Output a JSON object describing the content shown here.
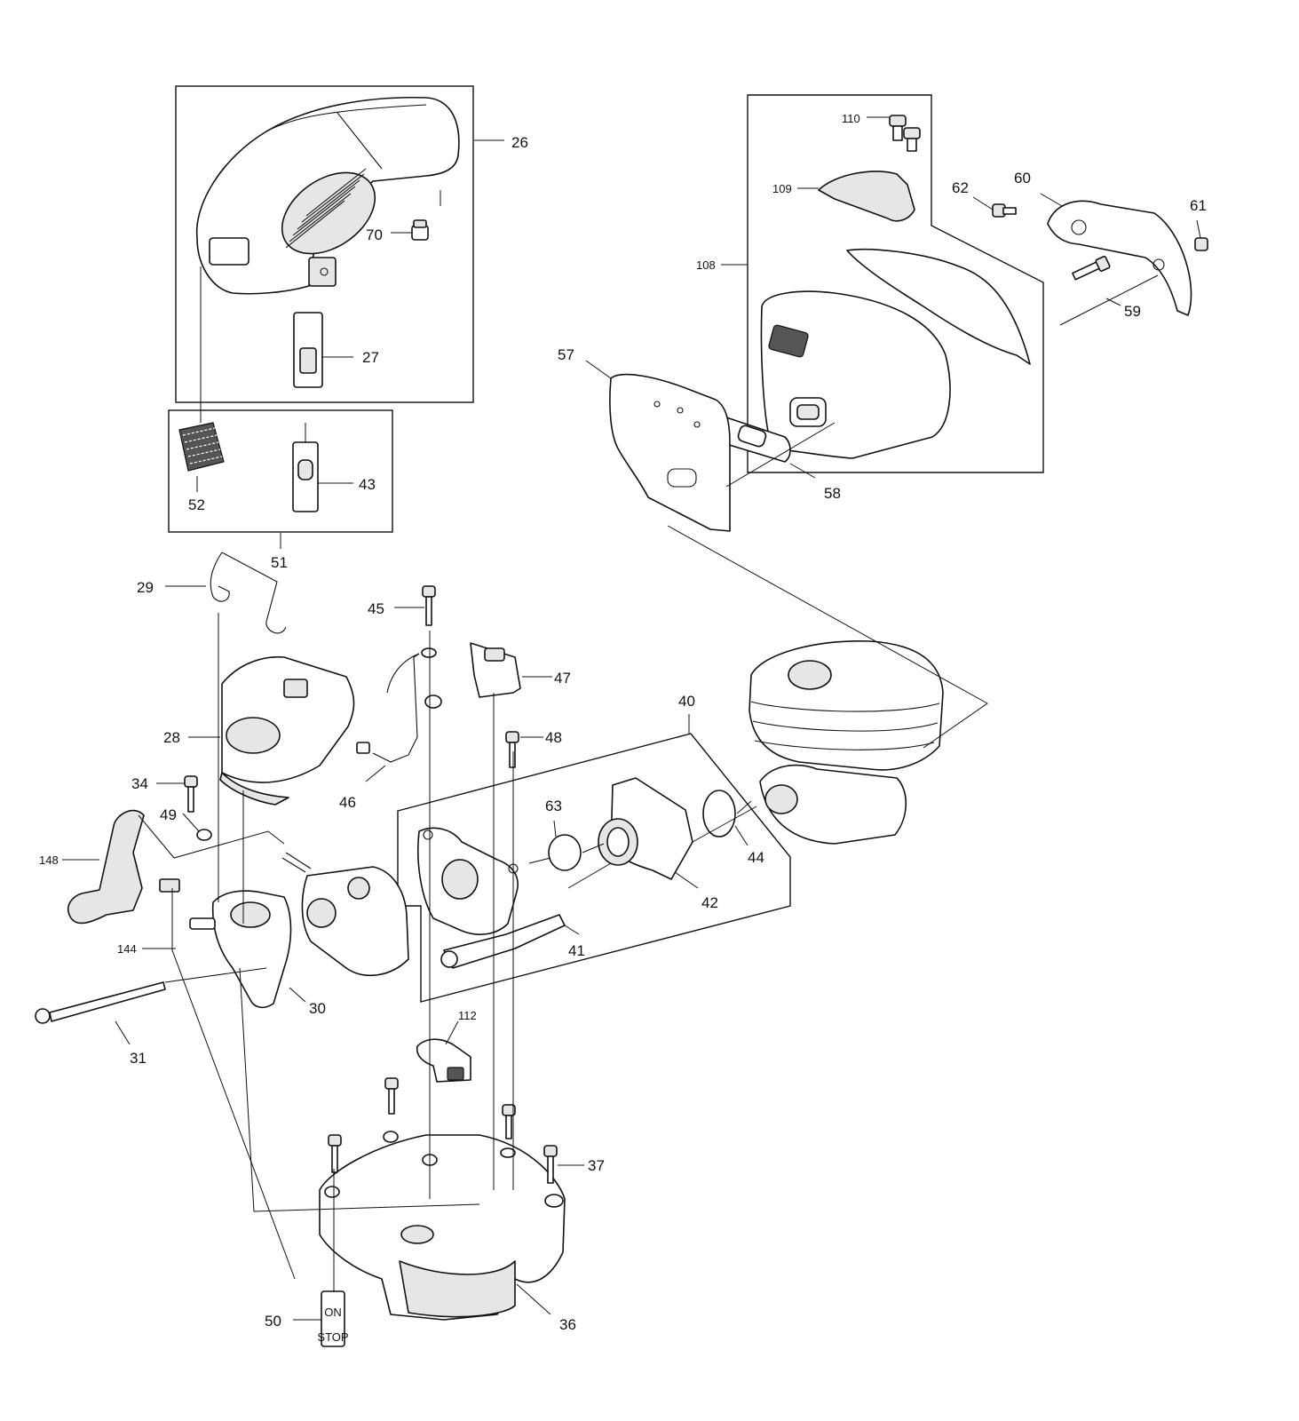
{
  "diagram": {
    "part_labels": [
      "26",
      "70",
      "27",
      "52",
      "43",
      "51",
      "110",
      "109",
      "108",
      "62",
      "60",
      "61",
      "59",
      "57",
      "58",
      "29",
      "45",
      "47",
      "28",
      "46",
      "48",
      "40",
      "34",
      "49",
      "148",
      "63",
      "44",
      "42",
      "41",
      "144",
      "30",
      "31",
      "112",
      "37",
      "50",
      "36"
    ],
    "switch_label": {
      "on": "ON",
      "stop": "STOP"
    },
    "colors": {
      "line": "#111111",
      "shade": "#e6e6e6",
      "background": "#ffffff"
    }
  }
}
